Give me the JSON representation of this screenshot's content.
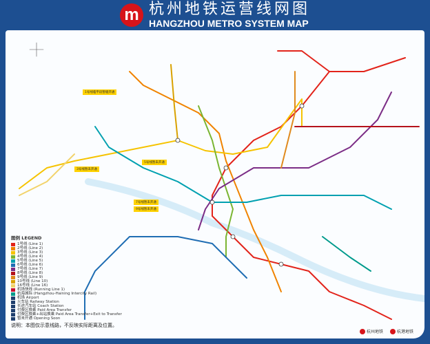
{
  "header": {
    "logo": "m",
    "title_cn": "杭州地铁运营线网图",
    "title_en": "HANGZHOU METRO SYSTEM MAP"
  },
  "legend": {
    "title": "图例 LEGEND",
    "lines": [
      {
        "label": "1号线 (Line 1)",
        "color": "#e2231a"
      },
      {
        "label": "2号线 (Line 2)",
        "color": "#f08300"
      },
      {
        "label": "3号线 (Line 3)",
        "color": "#f6c300"
      },
      {
        "label": "4号线 (Line 4)",
        "color": "#7ab532"
      },
      {
        "label": "5号线 (Line 5)",
        "color": "#00a0b0"
      },
      {
        "label": "6号线 (Line 6)",
        "color": "#1f6db3"
      },
      {
        "label": "7号线 (Line 7)",
        "color": "#7b2d86"
      },
      {
        "label": "8号线 (Line 8)",
        "color": "#b5121b"
      },
      {
        "label": "9号线 (Line 9)",
        "color": "#e08a1e"
      },
      {
        "label": "10号线 (Line 10)",
        "color": "#d9a100"
      },
      {
        "label": "16号线 (Line 16)",
        "color": "#f2d36b"
      },
      {
        "label": "机场快线 (Running Line 1)",
        "color": "#c8102e"
      },
      {
        "label": "杭海城际 (Hangzhou-Haining Intercity Rail)",
        "color": "#009a8c"
      }
    ],
    "symbols": [
      {
        "label": "机场 Airport",
        "icon": "airport-icon"
      },
      {
        "label": "火车站 Railway Station",
        "icon": "railway-station-icon"
      },
      {
        "label": "长途汽车站 Coach Station",
        "icon": "coach-station-icon"
      },
      {
        "label": "付费区换乘 Paid Area Transfer",
        "icon": "transfer-icon"
      },
      {
        "label": "付费区换乘+出站换乘 Paid Area Transfer+Exit to Transfer",
        "icon": "exit-transfer-icon"
      },
      {
        "label": "暂未开通 Opening Soon",
        "icon": "dotted-line-icon"
      }
    ],
    "note": "说明：本图仅示意线路，不反映实际距离及位置。"
  },
  "notices": [
    "1号线临平段暂缓开通",
    "3号线暂未开通",
    "5号线暂未开通",
    "7号线暂未开通",
    "9号线暂未开通"
  ],
  "footer": {
    "logo1": "杭州地铁",
    "logo2": "杭港地铁"
  }
}
